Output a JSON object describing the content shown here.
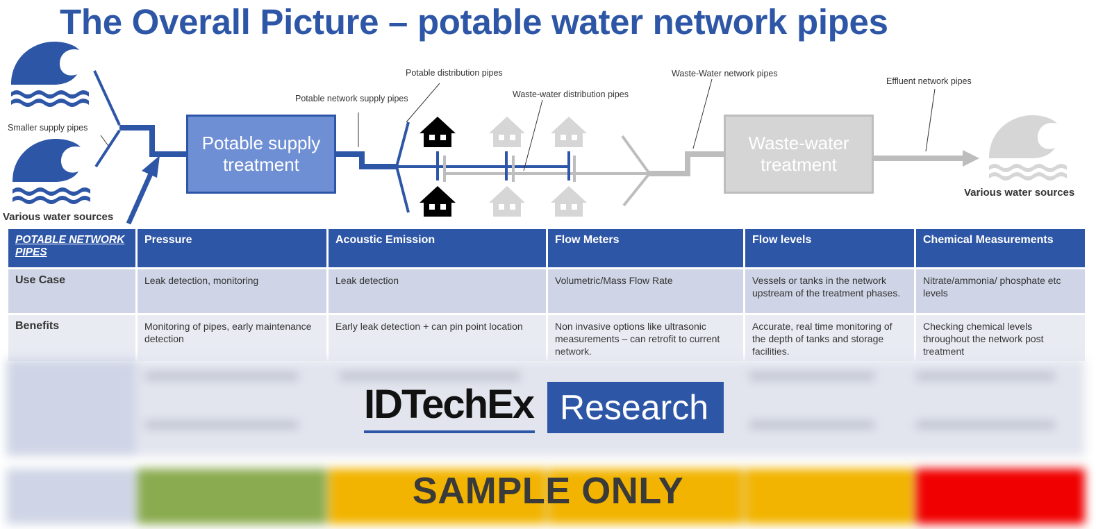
{
  "title": "The Overall Picture – potable water network pipes",
  "diagram": {
    "labels": {
      "smaller_supply": "Smaller supply pipes",
      "potable_network_supply": "Potable network supply pipes",
      "potable_distribution": "Potable distribution pipes",
      "waste_distribution": "Waste-water distribution pipes",
      "waste_network": "Waste-Water network pipes",
      "effluent_network": "Effluent network pipes"
    },
    "sources_left": "Various water sources",
    "sources_right": "Various water sources",
    "potable_treatment": "Potable supply treatment",
    "waste_treatment": "Waste-water treatment",
    "icons": [
      "wave-icon",
      "house-icon"
    ],
    "colors": {
      "accent": "#2e56a6",
      "potable_box": "#6f8fd4",
      "grey": "#bdbdbd",
      "black": "#000000"
    }
  },
  "table": {
    "corner": "POTABLE NETWORK PIPES",
    "headers": [
      "Pressure",
      "Acoustic Emission",
      "Flow Meters",
      "Flow levels",
      "Chemical Measurements"
    ],
    "rows": [
      {
        "label": "Use Case",
        "cells": [
          "Leak detection, monitoring",
          "Leak detection",
          "Volumetric/Mass Flow Rate",
          "Vessels or tanks in the network upstream of the treatment phases.",
          "Nitrate/ammonia/ phosphate etc levels"
        ]
      },
      {
        "label": "Benefits",
        "cells": [
          "Monitoring of pipes, early maintenance detection",
          "Early leak detection + can pin point location",
          "Non invasive options like ultrasonic measurements – can retrofit to current network.",
          "Accurate, real time monitoring of the depth of tanks and storage facilities.",
          "Checking chemical levels throughout the network post treatment"
        ]
      }
    ],
    "rating_colors": [
      "#8aab4f",
      "#f2b400",
      "#f2b400",
      "#f2b400",
      "#f00000"
    ]
  },
  "watermark": {
    "brand": "IDTechEx",
    "brand_tag": "Research",
    "notice": "SAMPLE ONLY"
  }
}
